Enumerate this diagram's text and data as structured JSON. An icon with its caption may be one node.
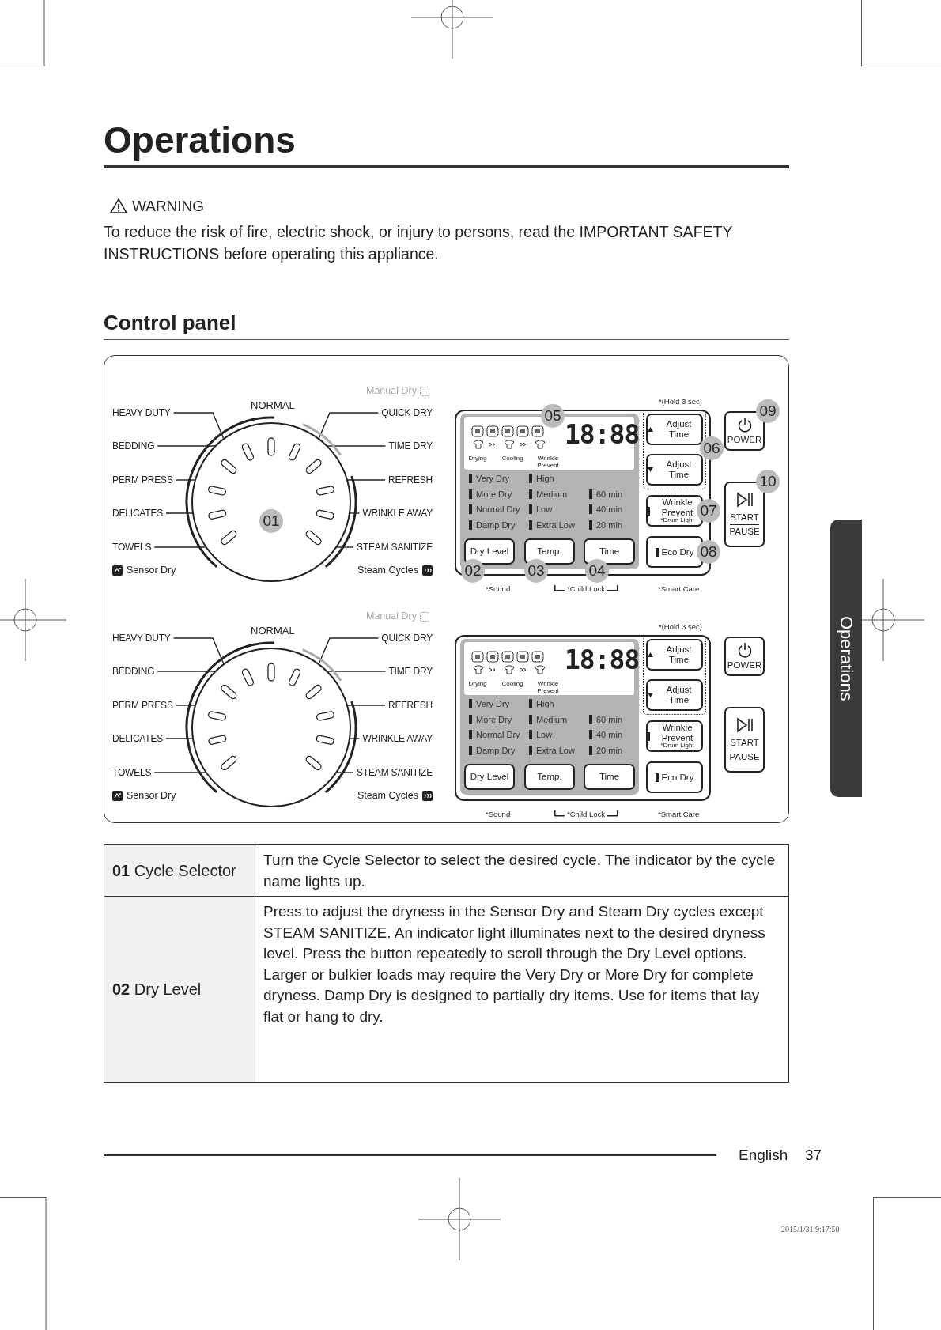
{
  "diagram": {
    "title": "Operations",
    "nodes": [
      {
        "text": [],
        "shape": "circle"
      },
      {
        "text": [
          "HEAVY DUTY"
        ]
      },
      {
        "text": [
          "BEDDING"
        ]
      },
      {
        "text": [
          "PERM PRESS"
        ]
      },
      {
        "text": [
          "DELICATES"
        ]
      },
      {
        "text": [
          "TOWELS"
        ]
      },
      {
        "text": [
          "QUICK DRY"
        ]
      },
      {
        "text": [
          "TIME DRY"
        ]
      },
      {
        "text": [
          "REFRESH"
        ]
      },
      {
        "text": [
          "WRINKLE AWAY"
        ]
      },
      {
        "text": [
          "STEAM SANITIZE"
        ]
      },
      {
        "text": [
          "Dry Level"
        ]
      },
      {
        "text": [
          "Temp."
        ]
      },
      {
        "text": [
          "Time"
        ]
      },
      {
        "text": [
          "Adjust Time"
        ]
      },
      {
        "text": [
          "Adjust Time"
        ]
      },
      {
        "text": [
          "Wrinkle Prevent",
          "*Drum Light"
        ]
      },
      {
        "text": [
          "Eco Dry"
        ]
      },
      {
        "text": [
          "POWER"
        ]
      },
      {
        "text": [
          "START",
          "PAUSE"
        ]
      },
      {
        "text": [],
        "shape": "circle"
      },
      {
        "text": [
          "HEAVY DUTY"
        ]
      },
      {
        "text": [
          "BEDDING"
        ]
      },
      {
        "text": [
          "PERM PRESS"
        ]
      },
      {
        "text": [
          "DELICATES"
        ]
      },
      {
        "text": [
          "TOWELS"
        ]
      },
      {
        "text": [
          "QUICK DRY"
        ]
      },
      {
        "text": [
          "TIME DRY"
        ]
      },
      {
        "text": [
          "REFRESH"
        ]
      },
      {
        "text": [
          "WRINKLE AWAY"
        ]
      },
      {
        "text": [
          "STEAM SANITIZE"
        ]
      },
      {
        "text": [
          "Dry Level"
        ]
      },
      {
        "text": [
          "Temp."
        ]
      },
      {
        "text": [
          "Time"
        ]
      },
      {
        "text": [
          "Adjust Time"
        ]
      },
      {
        "text": [
          "Adjust Time"
        ]
      },
      {
        "text": [
          "Wrinkle Prevent",
          "*Drum Light"
        ]
      },
      {
        "text": [
          "Eco Dry"
        ]
      },
      {
        "text": [
          "POWER"
        ]
      },
      {
        "text": [
          "START",
          "PAUSE"
        ]
      }
    ],
    "edges": [
      {
        "from": 1,
        "to": 0,
        "arrow": "none"
      },
      {
        "from": 2,
        "to": 0,
        "arrow": "none"
      },
      {
        "from": 3,
        "to": 0,
        "arrow": "none"
      },
      {
        "from": 4,
        "to": 0,
        "arrow": "none"
      },
      {
        "from": 5,
        "to": 0,
        "arrow": "none"
      },
      {
        "from": 6,
        "to": 0,
        "arrow": "none"
      },
      {
        "from": 7,
        "to": 0,
        "arrow": "none"
      },
      {
        "from": 8,
        "to": 0,
        "arrow": "none"
      },
      {
        "from": 9,
        "to": 0,
        "arrow": "none"
      },
      {
        "from": 10,
        "to": 0,
        "arrow": "none"
      },
      {
        "from": 21,
        "to": 20,
        "arrow": "none"
      },
      {
        "from": 22,
        "to": 20,
        "arrow": "none"
      },
      {
        "from": 23,
        "to": 20,
        "arrow": "none"
      },
      {
        "from": 24,
        "to": 20,
        "arrow": "none"
      },
      {
        "from": 25,
        "to": 20,
        "arrow": "none"
      },
      {
        "from": 26,
        "to": 20,
        "arrow": "none"
      },
      {
        "from": 27,
        "to": 20,
        "arrow": "none"
      },
      {
        "from": 28,
        "to": 20,
        "arrow": "none"
      },
      {
        "from": 29,
        "to": 20,
        "arrow": "none"
      },
      {
        "from": 30,
        "to": 20,
        "arrow": "none"
      }
    ],
    "labels": [
      "WARNING",
      "To reduce the risk of fire, electric shock, or injury to persons, read the IMPORTANT SAFETY INSTRUCTIONS before operating this appliance.",
      "Control panel",
      "Manual Dry",
      "NORMAL",
      "*(Hold 3 sec)",
      "09",
      "05",
      "18:88",
      "06",
      "Drying",
      "Cooling",
      "Wrinkle Prevent",
      "Very Dry",
      "High",
      "10",
      "More Dry",
      "Medium",
      "60 min",
      "Normal Dry",
      "Low",
      "40 min",
      "07",
      "01",
      "Damp Dry",
      "Extra Low",
      "20 min",
      "08",
      "Sensor Dry",
      "Steam Cycles",
      "02",
      "03",
      "04",
      "*Sound",
      "*Child Lock",
      "*Smart Care",
      "Manual Dry",
      "NORMAL",
      "*(Hold 3 sec)",
      "18:88",
      "Drying",
      "Cooling",
      "Wrinkle Prevent",
      "Very Dry",
      "High",
      "More Dry",
      "Medium",
      "60 min",
      "Normal Dry",
      "Low",
      "40 min",
      "Damp Dry",
      "Extra Low",
      "20 min",
      "Sensor Dry",
      "Steam Cycles",
      "*Sound",
      "*Child Lock",
      "*Smart Care",
      "Operations",
      "**01** Cycle Selector",
      "Turn the Cycle Selector to select the desired cycle. The indicator by the cycle name lights up.",
      "**02** Dry Level",
      "Press to adjust the dryness in the Sensor Dry and Steam Dry cycles except STEAM SANITIZE. An indicator light illuminates next to the desired dryness level. Press the button repeatedly to scroll through the Dry Level options. Larger or bulkier loads may require the Very Dry or More Dry for complete dryness. Damp Dry is designed to partially dry items. Use for items that lay flat or hang to dry.",
      "English",
      "37",
      "2015/1/31 9:17:50"
    ]
  }
}
